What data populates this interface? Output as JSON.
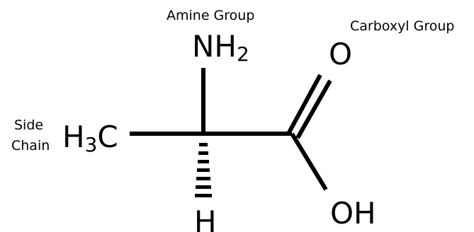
{
  "labels": {
    "amine": "Amine Group",
    "carboxyl": "Carboxyl Group",
    "side_line1": "Side",
    "side_line2": "Chain"
  },
  "atoms": {
    "nh_main": "NH",
    "nh_sub": "2",
    "carbonyl_o": "O",
    "hydroxyl": "OH",
    "methyl_h": "H",
    "methyl_sub": "3",
    "methyl_c": "C",
    "alpha_h": "H"
  },
  "colors": {
    "ink": "#000000",
    "background": "#ffffff"
  }
}
